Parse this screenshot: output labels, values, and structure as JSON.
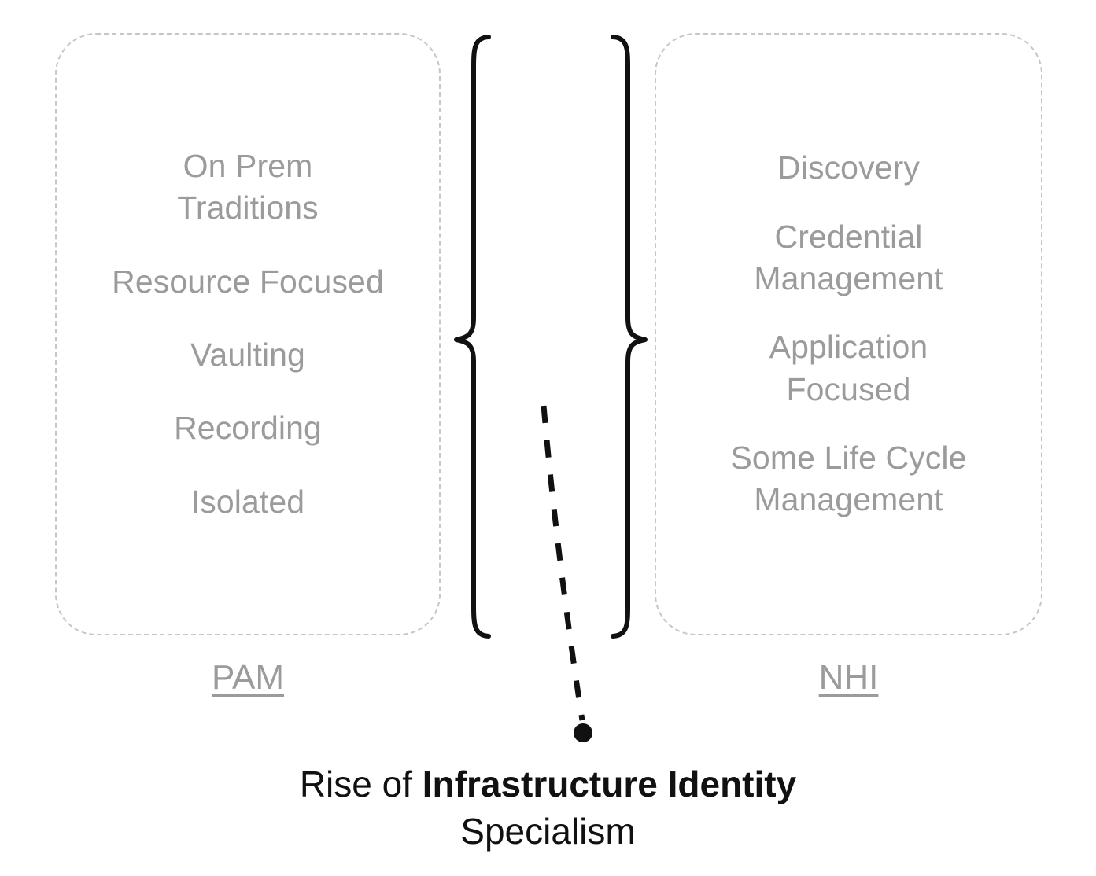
{
  "diagram": {
    "title_plain": "Rise of ",
    "title_bold": "Infrastructure Identity",
    "title_second_line": "Specialism",
    "text_color": "#9b9b9b",
    "caption_color": "#111111",
    "border_color": "#c6c6c6",
    "stroke_color": "#111111"
  },
  "left_panel": {
    "label": "PAM",
    "items": [
      {
        "text": "On Prem\nTraditions"
      },
      {
        "text": "Resource Focused"
      },
      {
        "text": "Vaulting"
      },
      {
        "text": "Recording"
      },
      {
        "text": "Isolated"
      }
    ]
  },
  "right_panel": {
    "label": "NHI",
    "items": [
      {
        "text": "Discovery"
      },
      {
        "text": "Credential\nManagement"
      },
      {
        "text": "Application\nFocused"
      },
      {
        "text": "Some Life Cycle\nManagement"
      }
    ]
  },
  "connectors": {
    "left_brace": "curly-brace-left",
    "right_brace": "curly-brace-right",
    "leader_line": "dashed-leader-line",
    "endpoint": "filled-dot"
  }
}
